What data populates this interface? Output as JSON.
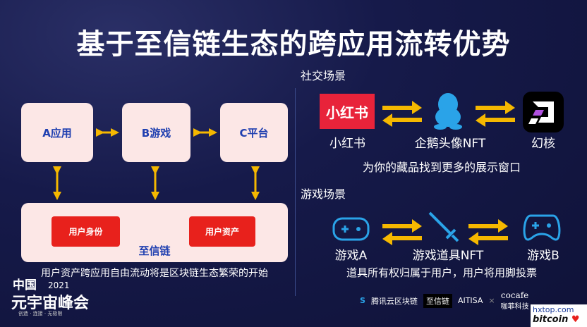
{
  "title": "基于至信链生态的跨应用流转优势",
  "left": {
    "apps": [
      "A应用",
      "B游戏",
      "C平台"
    ],
    "chain_label": "至信链",
    "identity": "用户身份",
    "assets": "用户资产",
    "caption": "用户资产跨应用自由流动将是区块链生态繁荣的开始"
  },
  "social": {
    "heading": "社交场景",
    "logo_text": "小红书",
    "items": [
      "小红书",
      "企鹅头像NFT",
      "幻核"
    ],
    "caption": "为你的藏品找到更多的展示窗口"
  },
  "game": {
    "heading": "游戏场景",
    "items": [
      "游戏A",
      "游戏道具NFT",
      "游戏B"
    ],
    "caption": "道具所有权归属于用户，用户将用脚投票"
  },
  "event": {
    "line1": "中国",
    "year": "2021",
    "line2": "元宇宙峰会",
    "tagline": "创造 · 连接 · 无极限"
  },
  "sponsors": [
    "腾讯云区块链",
    "至信链",
    "AITISA",
    "×",
    "cocafe",
    "咖菲科技"
  ],
  "watermark": {
    "site": "hxtop.com",
    "brand": "bitcoin"
  },
  "colors": {
    "arrow": "#f5b800",
    "box": "#fce7e6",
    "red": "#e8211c",
    "blue": "#2aa3e8"
  }
}
